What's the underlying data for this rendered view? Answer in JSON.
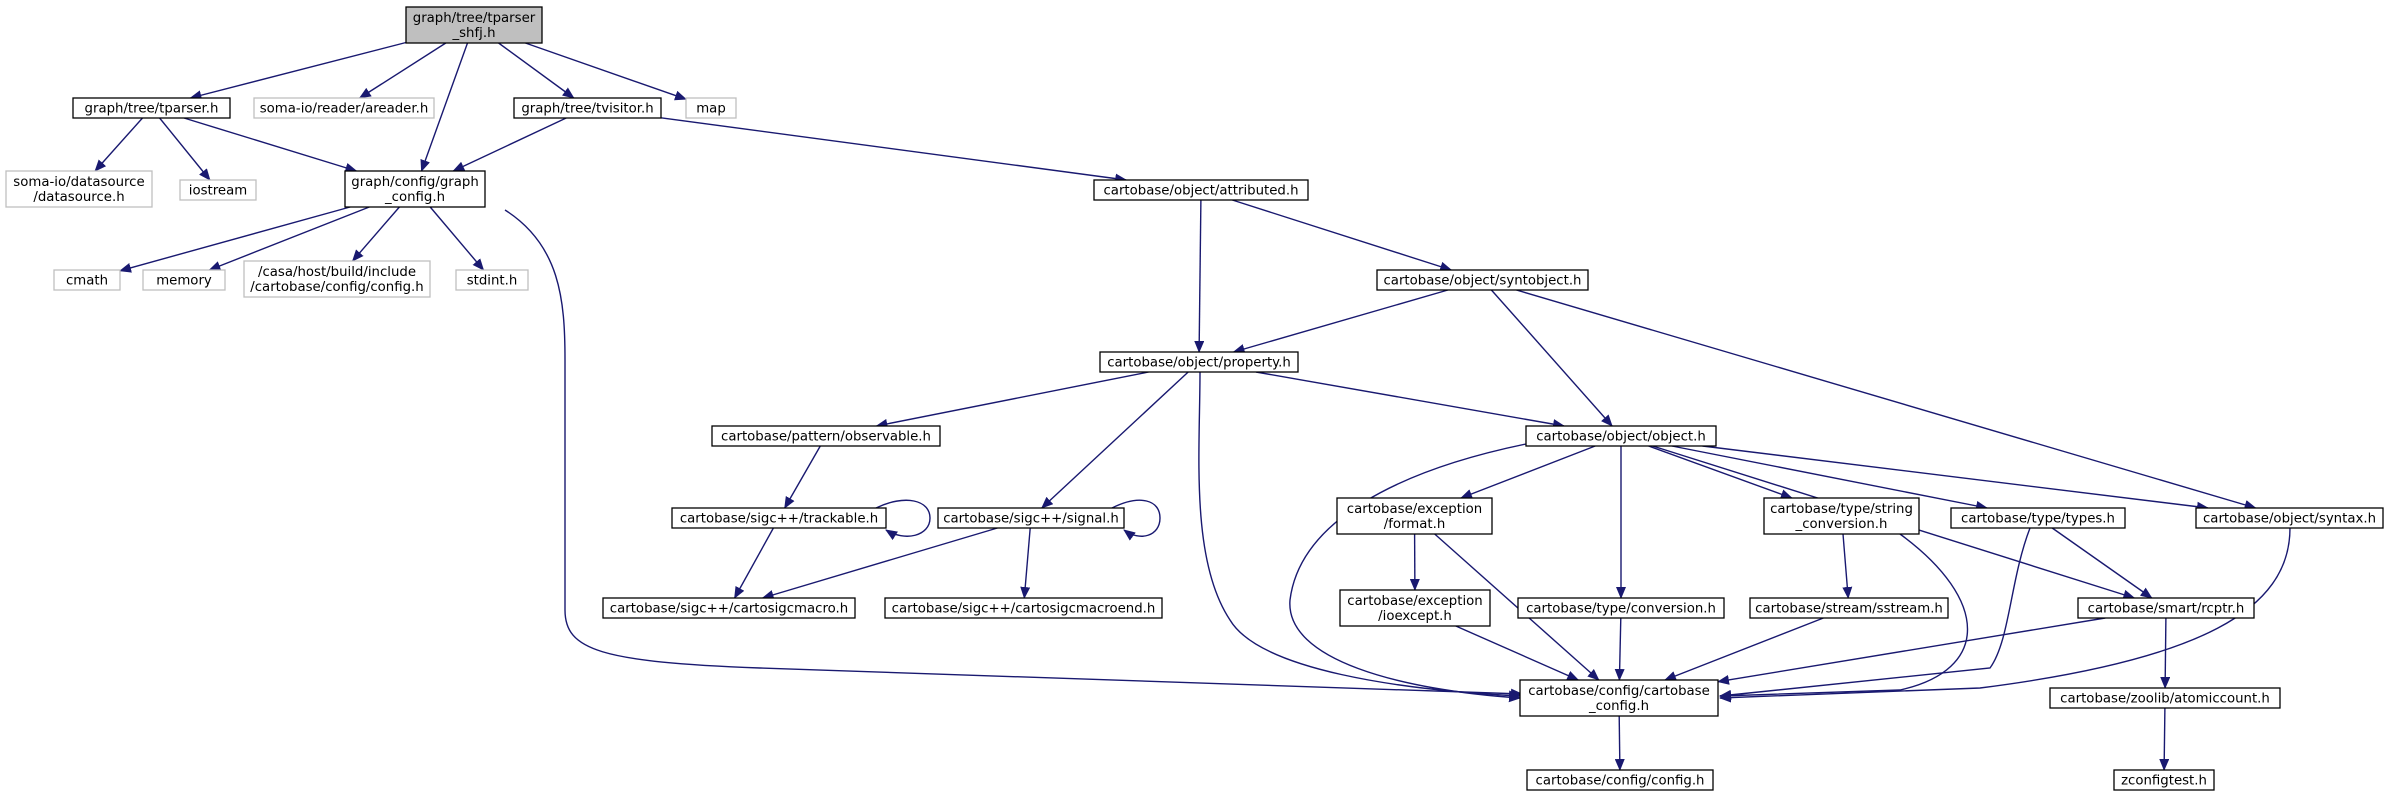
{
  "graph": {
    "nodes": [
      {
        "id": "root",
        "kind": "root",
        "lines": [
          "graph/tree/tparser",
          "_shfj.h"
        ]
      },
      {
        "id": "tparser",
        "kind": "normal",
        "lines": [
          "graph/tree/tparser.h"
        ]
      },
      {
        "id": "areader",
        "kind": "external",
        "lines": [
          "soma-io/reader/areader.h"
        ]
      },
      {
        "id": "tvisitor",
        "kind": "normal",
        "lines": [
          "graph/tree/tvisitor.h"
        ]
      },
      {
        "id": "map",
        "kind": "external",
        "lines": [
          "map"
        ]
      },
      {
        "id": "datasource",
        "kind": "external",
        "lines": [
          "soma-io/datasource",
          "/datasource.h"
        ]
      },
      {
        "id": "iostream",
        "kind": "external",
        "lines": [
          "iostream"
        ]
      },
      {
        "id": "graph_config",
        "kind": "normal",
        "lines": [
          "graph/config/graph",
          "_config.h"
        ]
      },
      {
        "id": "attributed",
        "kind": "normal",
        "lines": [
          "cartobase/object/attributed.h"
        ]
      },
      {
        "id": "cmath",
        "kind": "external",
        "lines": [
          "cmath"
        ]
      },
      {
        "id": "memory",
        "kind": "external",
        "lines": [
          "memory"
        ]
      },
      {
        "id": "casa_config",
        "kind": "external",
        "lines": [
          "/casa/host/build/include",
          "/cartobase/config/config.h"
        ]
      },
      {
        "id": "stdint",
        "kind": "external",
        "lines": [
          "stdint.h"
        ]
      },
      {
        "id": "syntobject",
        "kind": "normal",
        "lines": [
          "cartobase/object/syntobject.h"
        ]
      },
      {
        "id": "property",
        "kind": "normal",
        "lines": [
          "cartobase/object/property.h"
        ]
      },
      {
        "id": "observable",
        "kind": "normal",
        "lines": [
          "cartobase/pattern/observable.h"
        ]
      },
      {
        "id": "object",
        "kind": "normal",
        "lines": [
          "cartobase/object/object.h"
        ]
      },
      {
        "id": "trackable",
        "kind": "normal",
        "lines": [
          "cartobase/sigc++/trackable.h"
        ]
      },
      {
        "id": "signal",
        "kind": "normal",
        "lines": [
          "cartobase/sigc++/signal.h"
        ]
      },
      {
        "id": "exc_format",
        "kind": "normal",
        "lines": [
          "cartobase/exception",
          "/format.h"
        ]
      },
      {
        "id": "string_conv",
        "kind": "normal",
        "lines": [
          "cartobase/type/string",
          "_conversion.h"
        ]
      },
      {
        "id": "types",
        "kind": "normal",
        "lines": [
          "cartobase/type/types.h"
        ]
      },
      {
        "id": "syntax",
        "kind": "normal",
        "lines": [
          "cartobase/object/syntax.h"
        ]
      },
      {
        "id": "cartosigcmacro",
        "kind": "normal",
        "lines": [
          "cartobase/sigc++/cartosigcmacro.h"
        ]
      },
      {
        "id": "cartosigcmacroend",
        "kind": "normal",
        "lines": [
          "cartobase/sigc++/cartosigcmacroend.h"
        ]
      },
      {
        "id": "ioexcept",
        "kind": "normal",
        "lines": [
          "cartobase/exception",
          "/ioexcept.h"
        ]
      },
      {
        "id": "conversion",
        "kind": "normal",
        "lines": [
          "cartobase/type/conversion.h"
        ]
      },
      {
        "id": "sstream",
        "kind": "normal",
        "lines": [
          "cartobase/stream/sstream.h"
        ]
      },
      {
        "id": "rcptr",
        "kind": "normal",
        "lines": [
          "cartobase/smart/rcptr.h"
        ]
      },
      {
        "id": "cartobase_config",
        "kind": "normal",
        "lines": [
          "cartobase/config/cartobase",
          "_config.h"
        ]
      },
      {
        "id": "atomiccount",
        "kind": "normal",
        "lines": [
          "cartobase/zoolib/atomiccount.h"
        ]
      },
      {
        "id": "config_h",
        "kind": "normal",
        "lines": [
          "cartobase/config/config.h"
        ]
      },
      {
        "id": "zconfigtest",
        "kind": "normal",
        "lines": [
          "zconfigtest.h"
        ]
      }
    ],
    "edges": [
      [
        "root",
        "tparser"
      ],
      [
        "root",
        "areader"
      ],
      [
        "root",
        "tvisitor"
      ],
      [
        "root",
        "map"
      ],
      [
        "root",
        "graph_config"
      ],
      [
        "tparser",
        "datasource"
      ],
      [
        "tparser",
        "iostream"
      ],
      [
        "tparser",
        "graph_config"
      ],
      [
        "tvisitor",
        "graph_config"
      ],
      [
        "tvisitor",
        "attributed"
      ],
      [
        "graph_config",
        "cmath"
      ],
      [
        "graph_config",
        "memory"
      ],
      [
        "graph_config",
        "casa_config"
      ],
      [
        "graph_config",
        "stdint"
      ],
      [
        "graph_config",
        "cartobase_config"
      ],
      [
        "attributed",
        "syntobject"
      ],
      [
        "attributed",
        "property"
      ],
      [
        "syntobject",
        "property"
      ],
      [
        "syntobject",
        "object"
      ],
      [
        "syntobject",
        "syntax"
      ],
      [
        "property",
        "observable"
      ],
      [
        "property",
        "object"
      ],
      [
        "property",
        "signal"
      ],
      [
        "property",
        "cartobase_config"
      ],
      [
        "observable",
        "trackable"
      ],
      [
        "trackable",
        "trackable"
      ],
      [
        "trackable",
        "cartosigcmacro"
      ],
      [
        "signal",
        "signal"
      ],
      [
        "signal",
        "cartosigcmacro"
      ],
      [
        "signal",
        "cartosigcmacroend"
      ],
      [
        "object",
        "exc_format"
      ],
      [
        "object",
        "conversion"
      ],
      [
        "object",
        "string_conv"
      ],
      [
        "object",
        "types"
      ],
      [
        "object",
        "rcptr"
      ],
      [
        "object",
        "syntax"
      ],
      [
        "object",
        "cartobase_config"
      ],
      [
        "exc_format",
        "ioexcept"
      ],
      [
        "exc_format",
        "cartobase_config"
      ],
      [
        "ioexcept",
        "cartobase_config"
      ],
      [
        "conversion",
        "cartobase_config"
      ],
      [
        "string_conv",
        "sstream"
      ],
      [
        "string_conv",
        "cartobase_config"
      ],
      [
        "sstream",
        "cartobase_config"
      ],
      [
        "types",
        "rcptr"
      ],
      [
        "types",
        "cartobase_config"
      ],
      [
        "rcptr",
        "cartobase_config"
      ],
      [
        "rcptr",
        "atomiccount"
      ],
      [
        "syntax",
        "cartobase_config"
      ],
      [
        "atomiccount",
        "zconfigtest"
      ],
      [
        "cartobase_config",
        "config_h"
      ]
    ]
  }
}
